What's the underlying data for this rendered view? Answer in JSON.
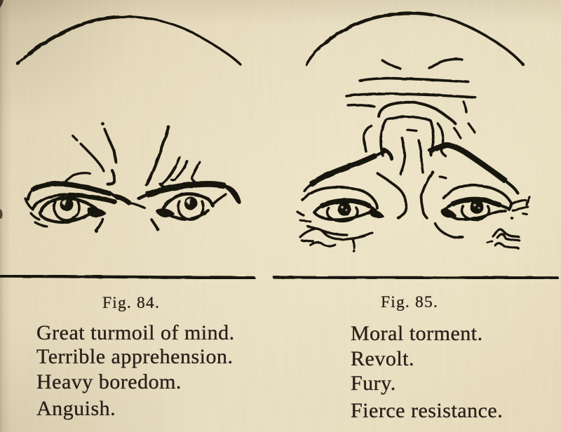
{
  "page": {
    "paper_color": "#eadfc2",
    "ink_color": "#18120b",
    "text_color": "#29211a"
  },
  "figures": [
    {
      "caption": "Fig. 84.",
      "emotions": [
        "Great turmoil of mind.",
        "Terrible apprehension.",
        "Heavy boredom.",
        "Anguish."
      ]
    },
    {
      "caption": "Fig. 85.",
      "emotions": [
        "Moral torment.",
        "Revolt.",
        "Fury.",
        "Fierce resistance."
      ]
    }
  ]
}
